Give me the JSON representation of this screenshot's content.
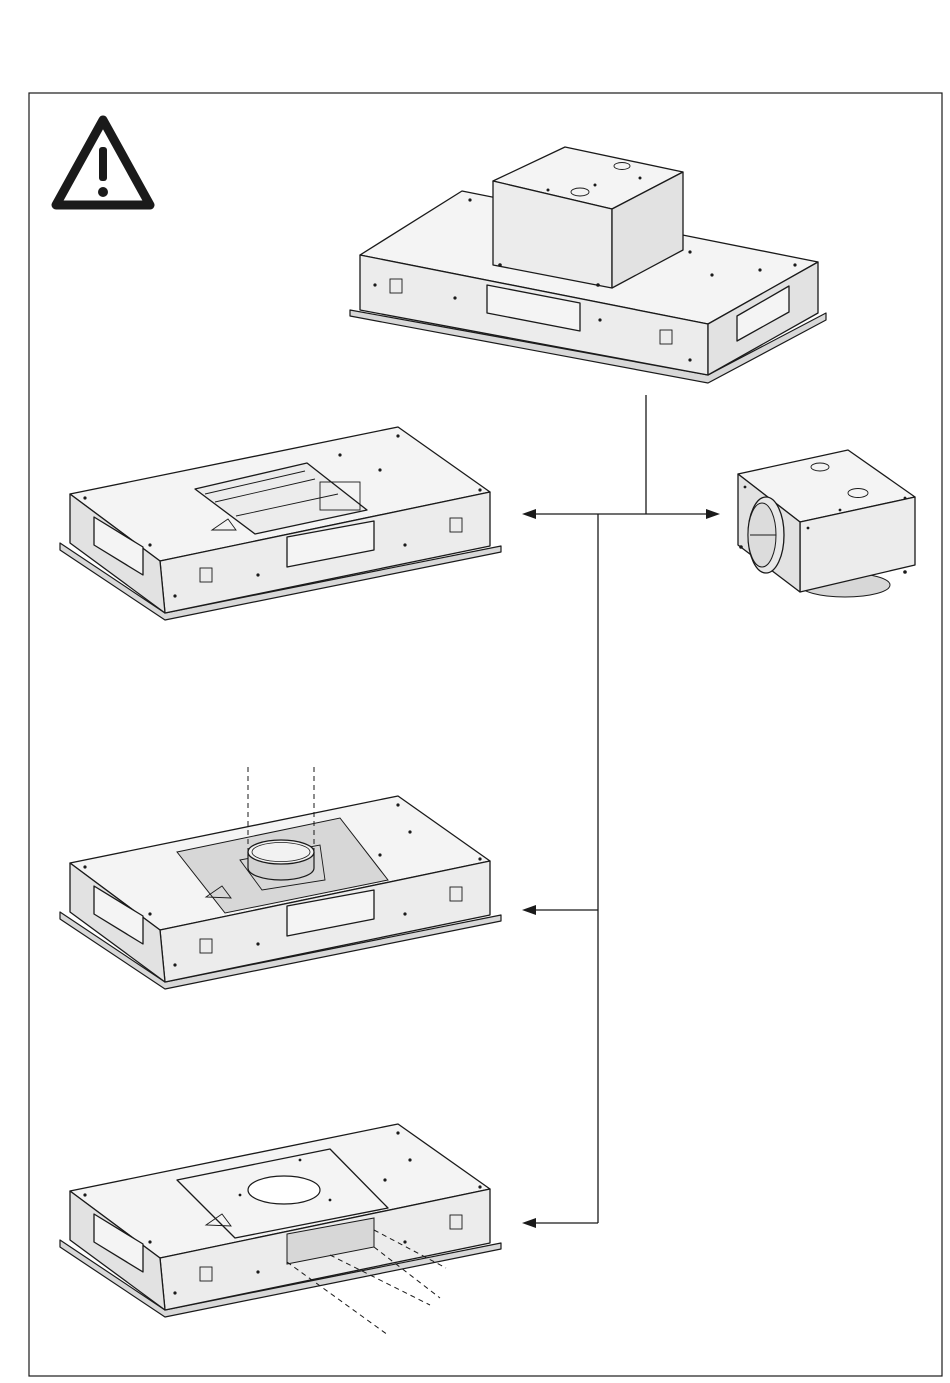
{
  "figure": {
    "warning_icon": "warning-triangle-icon",
    "panels": [
      "hood-with-motor-assembly",
      "hood-motor-removed",
      "motor-unit",
      "hood-with-duct-collar",
      "hood-with-cover-plate-front-exhaust"
    ],
    "colors": {
      "line": "#1a1a1a",
      "face": "#f4f4f4",
      "shade": "#d7d7d7",
      "background": "#ffffff"
    }
  }
}
